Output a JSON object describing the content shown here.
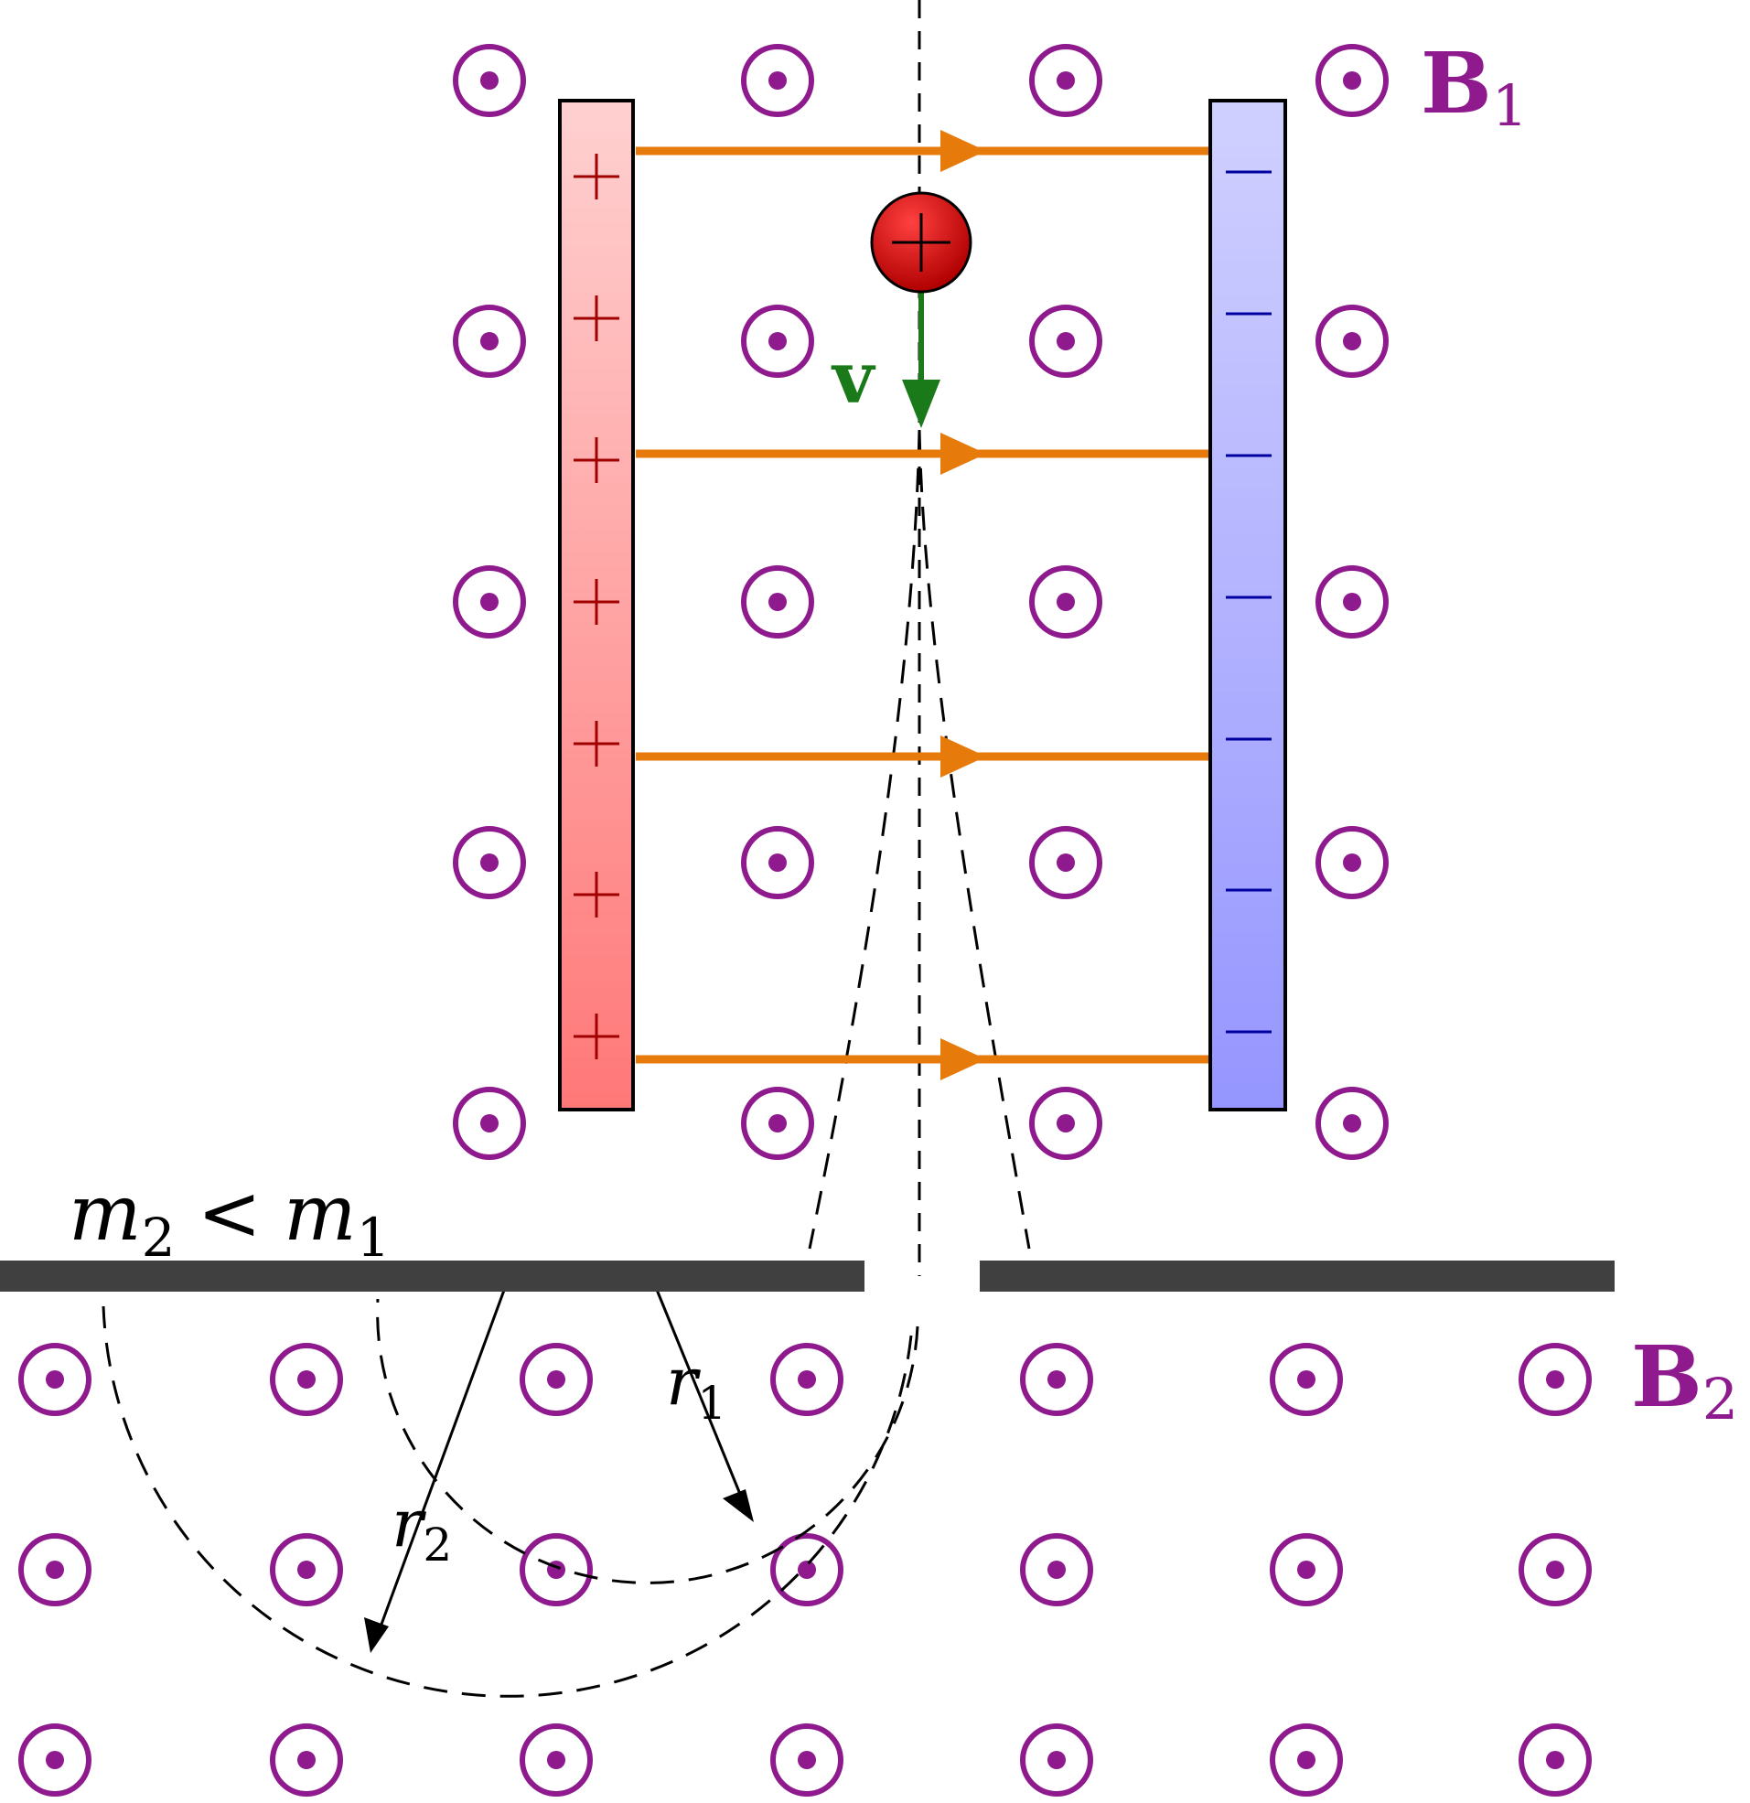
{
  "labels": {
    "field_1": "B",
    "field_1_sub": "1",
    "field_2": "B",
    "field_2_sub": "2",
    "velocity": "v",
    "mass_left": "m",
    "mass_left_sub": "2",
    "mass_relation": "<",
    "mass_right": "m",
    "mass_right_sub": "1",
    "radius_1": "r",
    "radius_1_sub": "1",
    "radius_2": "r",
    "radius_2_sub": "2",
    "plate_positive_sign": "+",
    "plate_negative_sign": "−",
    "particle_sign": "+"
  },
  "colors": {
    "field_symbol": "#8e1a8e",
    "field_label": "#8e1a8e",
    "e_field_arrow": "#e67a0a",
    "velocity": "#1a7a1a",
    "positive_plate_top": "#ffd0d0",
    "positive_plate_bottom": "#ff7878",
    "negative_plate_top": "#d0d0ff",
    "negative_plate_bottom": "#9595ff",
    "positive_sign": "#a00000",
    "negative_sign": "#0000a0",
    "particle_light": "#ff4040",
    "particle_dark": "#b00000",
    "detector_plate": "#404040",
    "trajectory": "#000000"
  },
  "icons": {
    "field_symbol": "circle-dot-out-of-page-icon",
    "particle": "positive-charge-icon"
  }
}
